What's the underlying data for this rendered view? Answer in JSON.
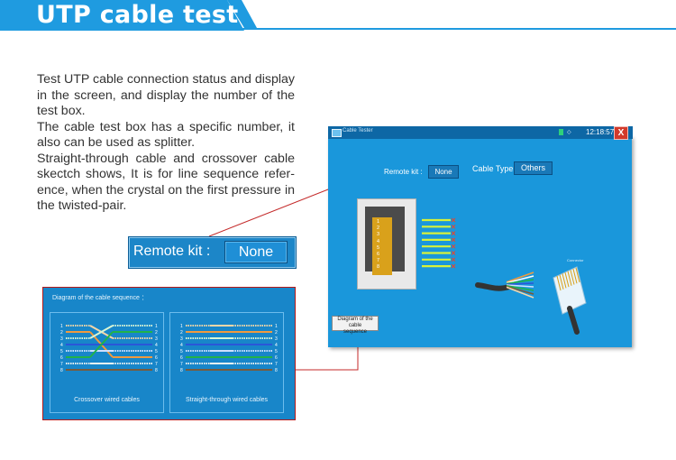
{
  "banner": {
    "title": "UTP cable test"
  },
  "description": {
    "p1": "Test UTP cable connection status and display in the screen, and display the number of the test box.",
    "p2": "The cable test box has a specific number, it also can be used as splitter.",
    "p3": "Straight-through cable and crossover cable skectch shows, It is for line sequence refer- ence, when the crystal on the first pressure in the twisted-pair."
  },
  "remote_callout": {
    "label": "Remote kit :",
    "value": "None"
  },
  "sequence_panel": {
    "heading": "Diagram of the cable sequence ：",
    "left_caption": "Crossover wired cables",
    "right_caption": "Straight-through wired cables",
    "pin_numbers": [
      "1",
      "2",
      "3",
      "4",
      "5",
      "6",
      "7",
      "8"
    ]
  },
  "device": {
    "app_title": "Cable Tester",
    "clock": "12:18:57",
    "close_glyph": "X",
    "remote_label": "Remote kit :",
    "remote_value": "None",
    "cable_type_label": "Cable Type :",
    "cable_type_value": "Others",
    "connector_label": "Connector",
    "seq_button_line1": "Diagram of the cable",
    "seq_button_line2": "sequence",
    "pin_numbers": [
      "1",
      "2",
      "3",
      "4",
      "5",
      "6",
      "7",
      "8"
    ],
    "pin_results": [
      "1",
      "2",
      "3",
      "4",
      "5",
      "6",
      "7",
      "8"
    ]
  },
  "colors": {
    "accent": "#1f9be0",
    "panel": "#1886c9",
    "callout_line": "#c42a2a",
    "pin_line": "#d7f23a",
    "result_mark": "#e8452c"
  }
}
